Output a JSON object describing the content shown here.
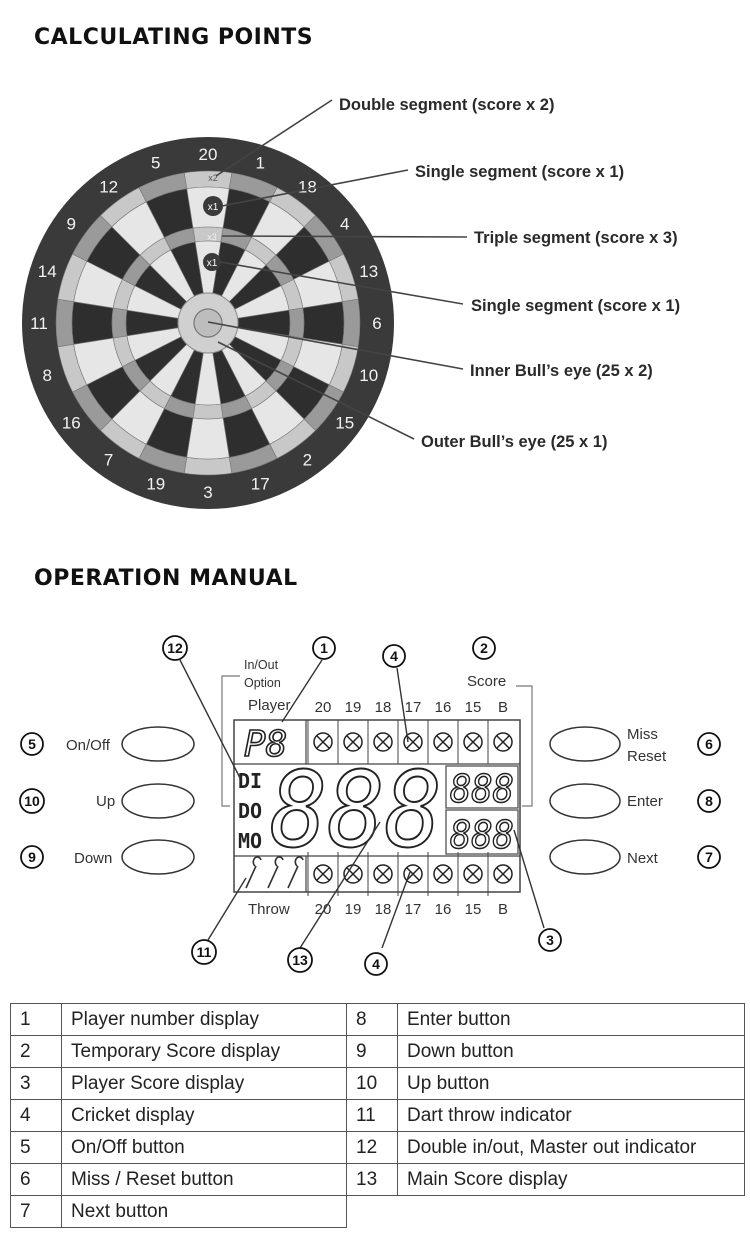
{
  "sections": {
    "points_title": "CALCULATING POINTS",
    "manual_title": "OPERATION MANUAL"
  },
  "dartboard": {
    "ring_numbers": [
      "20",
      "1",
      "18",
      "4",
      "13",
      "6",
      "10",
      "15",
      "2",
      "17",
      "3",
      "19",
      "7",
      "16",
      "8",
      "11",
      "14",
      "9",
      "12",
      "5"
    ],
    "segment_marks": [
      "x2",
      "x1",
      "x3",
      "x1"
    ],
    "callouts": [
      "Double segment (score x 2)",
      "Single segment (score x 1)",
      "Triple segment (score x 3)",
      "Single segment (score x 1)",
      "Inner Bull’s eye (25 x 2)",
      "Outer Bull’s eye (25 x 1)"
    ]
  },
  "panel": {
    "in_out_label_1": "In/Out",
    "in_out_label_2": "Option",
    "player_label": "Player",
    "score_label": "Score",
    "throw_label": "Throw",
    "cricket_numbers": [
      "20",
      "19",
      "18",
      "17",
      "16",
      "15",
      "B"
    ],
    "player_display": "P8",
    "indicators": [
      "DI",
      "DO",
      "MO"
    ],
    "main_score": "888",
    "temp_score": "888",
    "player_score": "888",
    "buttons": {
      "on_off": "On/Off",
      "up": "Up",
      "down": "Down",
      "miss_reset_1": "Miss",
      "miss_reset_2": "Reset",
      "enter": "Enter",
      "next": "Next"
    },
    "badges": {
      "b1": "1",
      "b2": "2",
      "b3": "3",
      "b4a": "4",
      "b4b": "4",
      "b5": "5",
      "b6": "6",
      "b7": "7",
      "b8": "8",
      "b9": "9",
      "b10": "10",
      "b11": "11",
      "b12": "12",
      "b13": "13"
    }
  },
  "legend": [
    {
      "n": "1",
      "text": "Player number display",
      "n2": "8",
      "text2": "Enter button"
    },
    {
      "n": "2",
      "text": "Temporary Score display",
      "n2": "9",
      "text2": "Down button"
    },
    {
      "n": "3",
      "text": "Player Score display",
      "n2": "10",
      "text2": "Up button"
    },
    {
      "n": "4",
      "text": "Cricket display",
      "n2": "11",
      "text2": "Dart throw indicator"
    },
    {
      "n": "5",
      "text": "On/Off button",
      "n2": "12",
      "text2": "Double in/out, Master out indicator"
    },
    {
      "n": "6",
      "text": "Miss / Reset button",
      "n2": "13",
      "text2": "Main Score display"
    },
    {
      "n": "7",
      "text": "Next button",
      "n2": "",
      "text2": ""
    }
  ]
}
